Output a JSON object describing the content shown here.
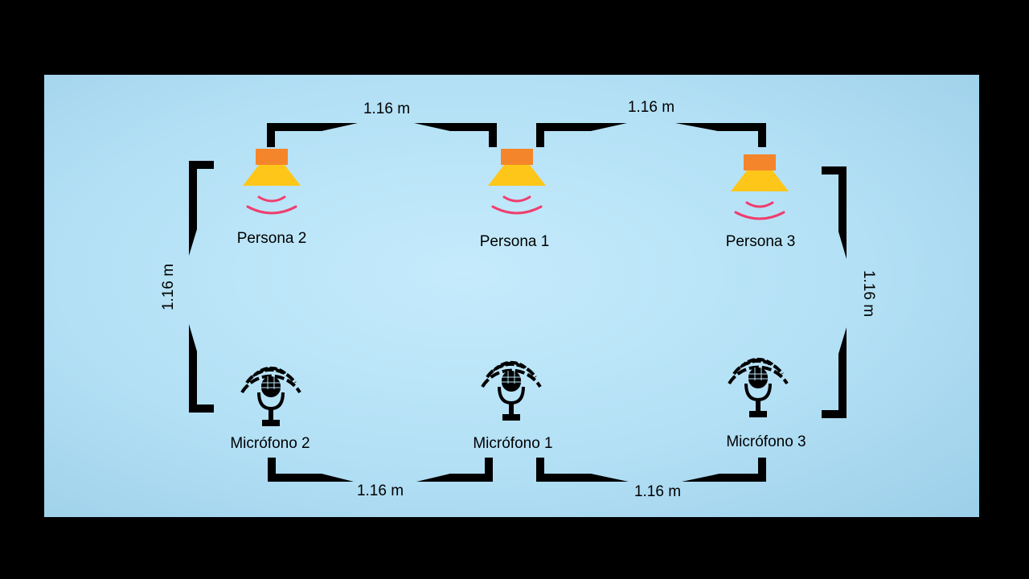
{
  "speakers": [
    {
      "label": "Persona 2",
      "icon": "speaker-icon"
    },
    {
      "label": "Persona 1",
      "icon": "speaker-icon"
    },
    {
      "label": "Persona 3",
      "icon": "speaker-icon"
    }
  ],
  "microphones": [
    {
      "label": "Micrófono 2",
      "icon": "microphone-icon"
    },
    {
      "label": "Micrófono 1",
      "icon": "microphone-icon"
    },
    {
      "label": "Micrófono 3",
      "icon": "microphone-icon"
    }
  ],
  "distances": {
    "top_left": "1.16 m",
    "top_right": "1.16 m",
    "left": "1.16 m",
    "right": "1.16 m",
    "bottom_left": "1.16 m",
    "bottom_right": "1.16 m"
  },
  "colors": {
    "background_outer": "#000000",
    "background_stage": "#b9e3f7",
    "speaker_body": "#ffc61a",
    "speaker_cap": "#f5852a",
    "sound_waves": "#ef3e6e",
    "brackets": "#000000"
  }
}
